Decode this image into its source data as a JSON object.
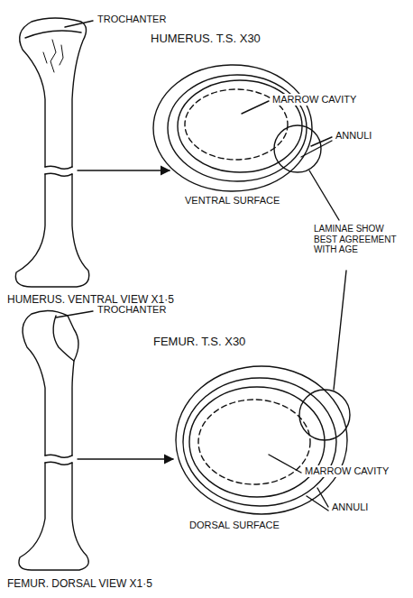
{
  "diagram": {
    "labels": [
      "TROCHANTER",
      "HUMERUS. T.S. X30",
      "MARROW CAVITY",
      "ANNULI",
      "VENTRAL SURFACE",
      "HUMERUS. VENTRAL VIEW X1·5",
      "LAMINAE SHOW BEST AGREEMENT WITH AGE",
      "TROCHANTER",
      "FEMUR. T.S. X30",
      "MARROW CAVITY",
      "ANNULI",
      "DORSAL SURFACE",
      "FEMUR. DORSAL VIEW X1·5"
    ]
  }
}
